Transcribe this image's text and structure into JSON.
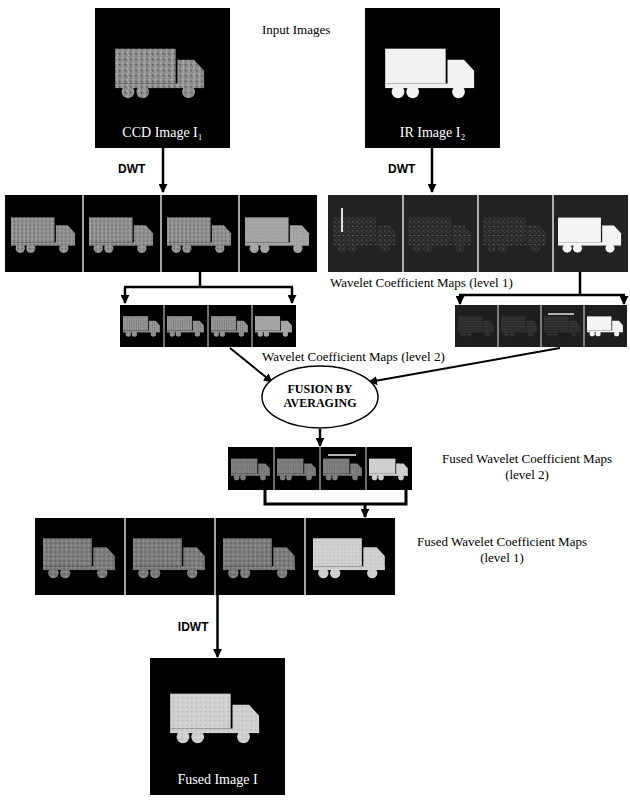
{
  "diagram": {
    "nodes": [
      {
        "text": [
          "CCD Image I₁"
        ]
      },
      {
        "text": [
          "IR Image I₂"
        ]
      },
      {
        "text": [
          "FUSION BY AVERAGING"
        ]
      },
      {
        "text": [
          "Fused Wavelet Coefficient Maps (level 2)"
        ]
      },
      {
        "text": [
          "Fused Wavelet Coefficient Maps (level 1)"
        ]
      },
      {
        "text": [
          "Fused Image I"
        ]
      }
    ],
    "edges": [
      {
        "from": 2,
        "to": 3,
        "arrow": "to"
      },
      {
        "from": 3,
        "to": 4,
        "arrow": "to"
      },
      {
        "from": 4,
        "to": 5,
        "label": "IDWT",
        "arrow": "to"
      }
    ],
    "labels": [
      "Input Images",
      "DWT",
      "DWT",
      "Wavelet Coefficient Maps (level 1)",
      "Wavelet Coefficient Maps (level 2)"
    ]
  }
}
